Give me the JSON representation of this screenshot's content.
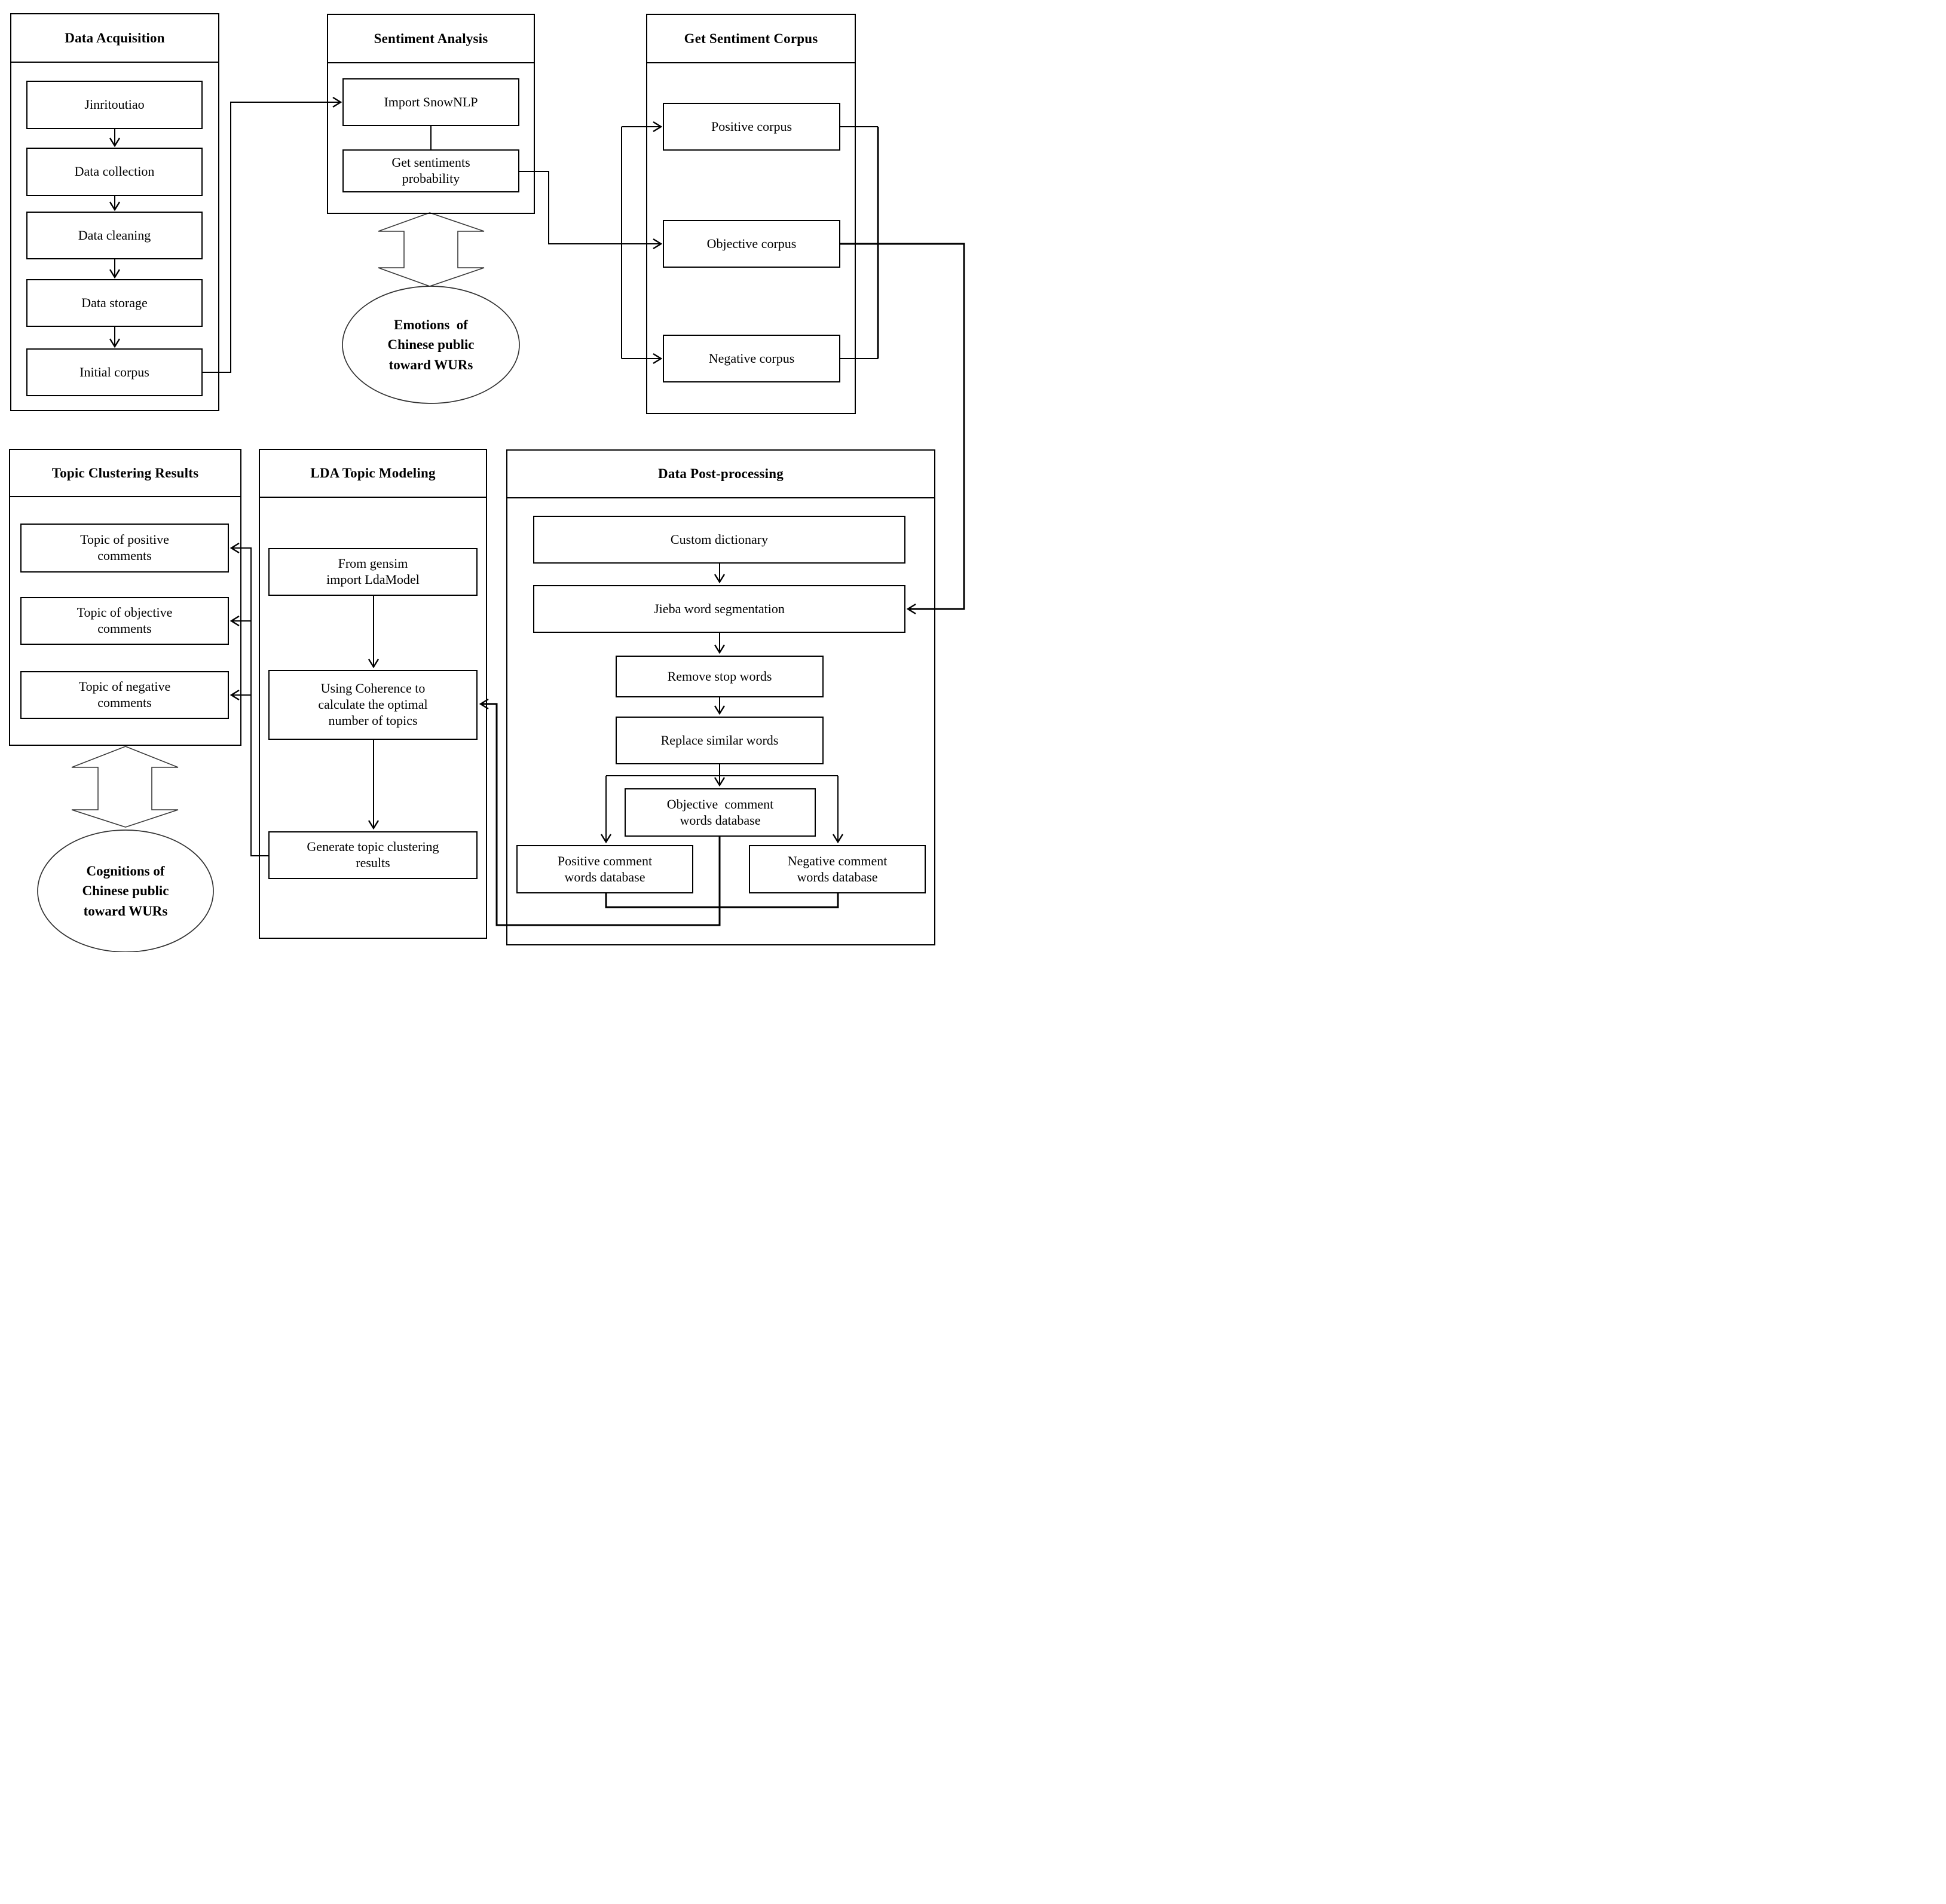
{
  "containers": {
    "data_acquisition": {
      "title": "Data Acquisition",
      "boxes": {
        "jinritoutiao": "Jinritoutiao",
        "data_collection": "Data collection",
        "data_cleaning": "Data cleaning",
        "data_storage": "Data storage",
        "initial_corpus": "Initial corpus"
      }
    },
    "sentiment_analysis": {
      "title": "Sentiment Analysis",
      "boxes": {
        "import_snownlp": "Import SnowNLP",
        "get_sentiments_probability": "Get sentiments\nprobability"
      }
    },
    "get_sentiment_corpus": {
      "title": "Get Sentiment Corpus",
      "boxes": {
        "positive_corpus": "Positive corpus",
        "objective_corpus": "Objective corpus",
        "negative_corpus": "Negative corpus"
      }
    },
    "topic_clustering_results": {
      "title": "Topic Clustering Results",
      "boxes": {
        "topic_positive": "Topic of positive\ncomments",
        "topic_objective": "Topic of objective\ncomments",
        "topic_negative": "Topic of negative\ncomments"
      }
    },
    "lda_topic_modeling": {
      "title": "LDA Topic Modeling",
      "boxes": {
        "from_gensim": "From gensim\nimport LdaModel",
        "using_coherence": "Using Coherence to\ncalculate the optimal\nnumber of topics",
        "generate_results": "Generate topic clustering\nresults"
      }
    },
    "data_post_processing": {
      "title": "Data Post-processing",
      "boxes": {
        "custom_dictionary": "Custom dictionary",
        "jieba_segmentation": "Jieba word segmentation",
        "remove_stop_words": "Remove stop words",
        "replace_similar_words": "Replace similar words",
        "objective_db": "Objective  comment\nwords database",
        "positive_db": "Positive comment\nwords database",
        "negative_db": "Negative comment\nwords database"
      }
    }
  },
  "ellipses": {
    "emotions": "Emotions  of\nChinese public\ntoward WURs",
    "cognitions": "Cognitions of\nChinese public\ntoward WURs"
  }
}
